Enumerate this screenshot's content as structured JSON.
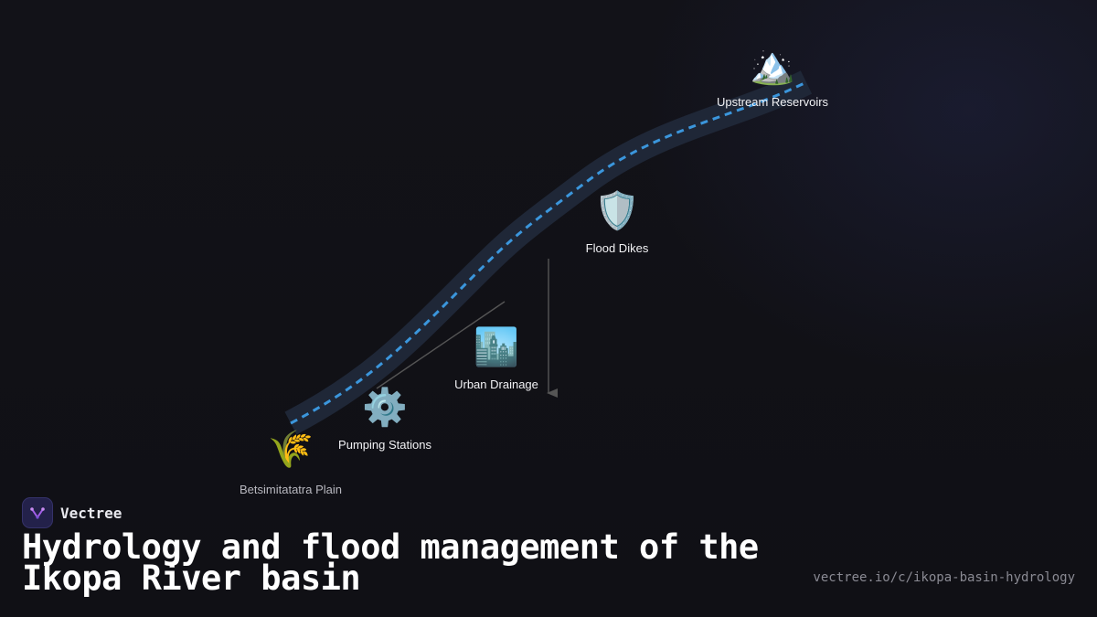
{
  "nodes": [
    {
      "icon": "mountain-icon",
      "emoji": "🏔️",
      "label": "Upstream Reservoirs"
    },
    {
      "icon": "shield-icon",
      "emoji": "🛡️",
      "label": "Flood Dikes"
    },
    {
      "icon": "city-icon",
      "emoji": "🏙️",
      "label": "Urban Drainage"
    },
    {
      "icon": "gear-icon",
      "emoji": "⚙️",
      "label": "Pumping Stations"
    },
    {
      "icon": "rice-plant-icon",
      "emoji": "🌾",
      "label": "Betsimitatatra Plain"
    }
  ],
  "brand": {
    "name": "Vectree",
    "logo_icon": "vectree-logo-icon"
  },
  "title": "Hydrology and flood management of the Ikopa River basin",
  "url": "vectree.io/c/ikopa-basin-hydrology",
  "colors": {
    "background": "#111116",
    "river_band": "#1f2737",
    "river_flow": "#3b96dc",
    "connector": "#555555",
    "text": "#f2f2f5",
    "muted_text": "#8a8a93"
  }
}
